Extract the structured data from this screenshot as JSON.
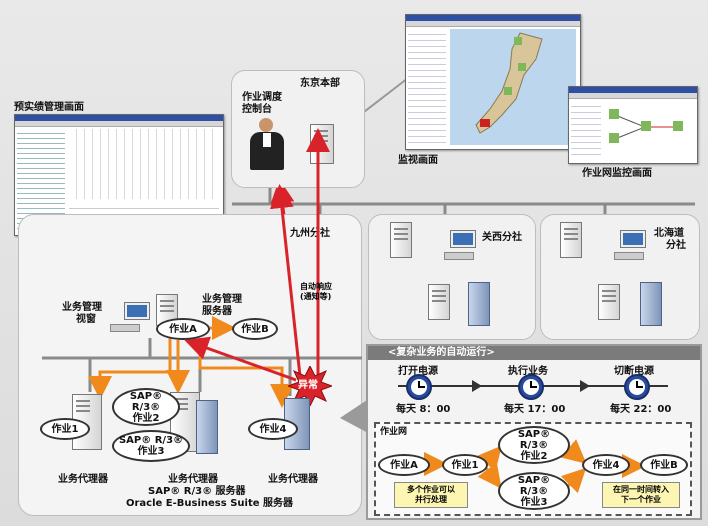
{
  "labels": {
    "forecast_screen": "预实绩管理画面",
    "tokyo_hq": "东京本部",
    "scheduler_line1": "作业调度",
    "scheduler_line2": "控制台",
    "monitor_screen": "监视画面",
    "jobnet_monitor_screen": "作业网监控画面",
    "kyushu": "九州分社",
    "kansai": "关西分社",
    "hokkaido_line1": "北海道",
    "hokkaido_line2": "分社",
    "biz_view_line1": "业务管理",
    "biz_view_line2": "视窗",
    "biz_server_line1": "业务管理",
    "biz_server_line2": "服务器",
    "auto_notify_line1": "自动响应",
    "auto_notify_line2": "(通知等)",
    "abnormal": "异常",
    "agent_left": "业务代理器",
    "agent_mid": "业务代理器",
    "sap_server": "SAP® R/3® 服务器",
    "oracle_server": "Oracle E-Business Suite 服务器",
    "agent_right": "业务代理器"
  },
  "jobs": {
    "job_a": "作业A",
    "job_b": "作业B",
    "job_1": "作业1",
    "job_4": "作业4",
    "sap_job2_line1": "SAP®",
    "sap_job2_line2": "R/3®",
    "sap_job2_line3": "作业2",
    "sap_job3_line1": "SAP® R/3®",
    "sap_job3_line2": "作业3"
  },
  "auto_run": {
    "title": "<复杂业务的自动运行>",
    "steps": [
      {
        "label": "打开电源",
        "time": "每天 8：00"
      },
      {
        "label": "执行业务",
        "time": "每天 17：00"
      },
      {
        "label": "切断电源",
        "time": "每天 22：00"
      }
    ],
    "jobnet_label": "作业网",
    "flow": {
      "job_a": "作业A",
      "job_1": "作业1",
      "sap2_line1": "SAP®",
      "sap2_line2": "R/3®",
      "sap2_line3": "作业2",
      "sap3_line1": "SAP®",
      "sap3_line2": "R/3®",
      "sap3_line3": "作业3",
      "job_4": "作业4",
      "job_b": "作业B"
    },
    "note_parallel_line1": "多个作业可以",
    "note_parallel_line2": "并行处理",
    "note_same_time_line1": "在同一时间转入",
    "note_same_time_line2": "下一个作业"
  },
  "colors": {
    "network_line": "#8a8a8a",
    "arrow_orange": "#f08a1c",
    "arrow_red": "#d9232a",
    "clock_blue": "#2a4aa0",
    "auto_panel_header": "#7b7b7b"
  }
}
